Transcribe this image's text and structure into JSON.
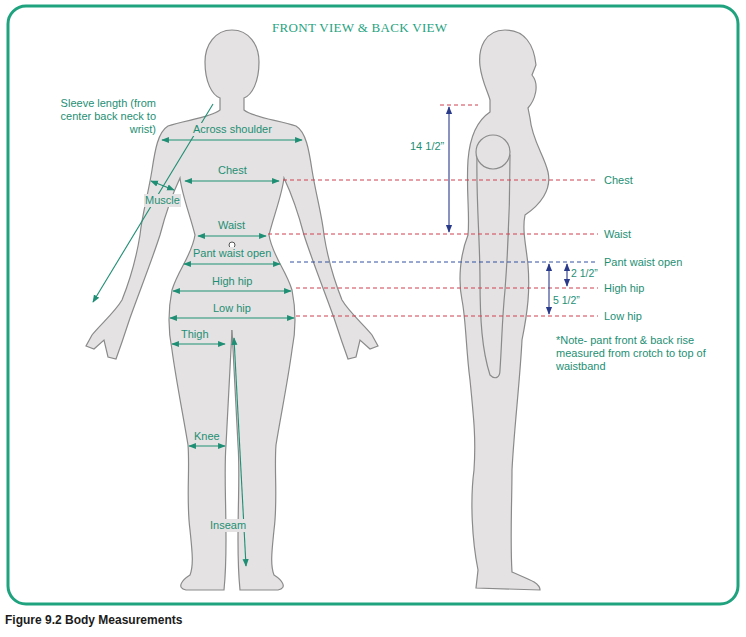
{
  "diagram": {
    "title": "FRONT VIEW & BACK VIEW",
    "caption": "Figure 9.2 Body Measurements",
    "labels": [
      "Sleeve length (from center back neck to wrist)",
      "Across shoulder",
      "Chest",
      "Muscle",
      "Waist",
      "Pant waist open",
      "High hip",
      "Low hip",
      "Thigh",
      "Knee",
      "Inseam",
      "14 1/2”",
      "Chest",
      "Waist",
      "Pant waist open",
      "2 1/2”",
      "High hip",
      "5 1/2”",
      "Low hip",
      "*Note- pant front & back rise measured from crotch to top of waistband"
    ]
  }
}
